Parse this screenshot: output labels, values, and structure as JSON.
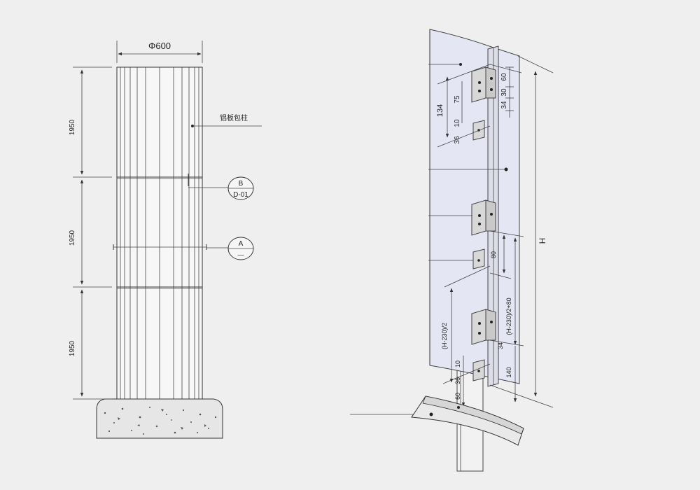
{
  "left_drawing": {
    "diameter_label": "Φ600",
    "segment_dims": [
      "1950",
      "1950",
      "1950"
    ],
    "material_label": "铝板包柱",
    "callout_b_top": "B",
    "callout_b_bottom": "D-01",
    "callout_a_top": "A",
    "callout_a_bottom": "—"
  },
  "right_drawing": {
    "height_label": "H",
    "dims_right_top": [
      "60",
      "30",
      "34"
    ],
    "dims_left_top": [
      "134",
      "75",
      "10",
      "36"
    ],
    "dims_mid": [
      "80"
    ],
    "dims_lower_left": "(H-230)/2",
    "dims_lower_right": "(H-230)/2+80",
    "dims_bottom_right": [
      "34",
      "140"
    ],
    "dims_bottom_left": [
      "10",
      "36",
      "60"
    ]
  },
  "colors": {
    "background": "#efefef",
    "panel_fill": "#e4e6f3",
    "concrete_fill": "#e6e6e6",
    "bracket_fill": "#d8d8d8"
  }
}
